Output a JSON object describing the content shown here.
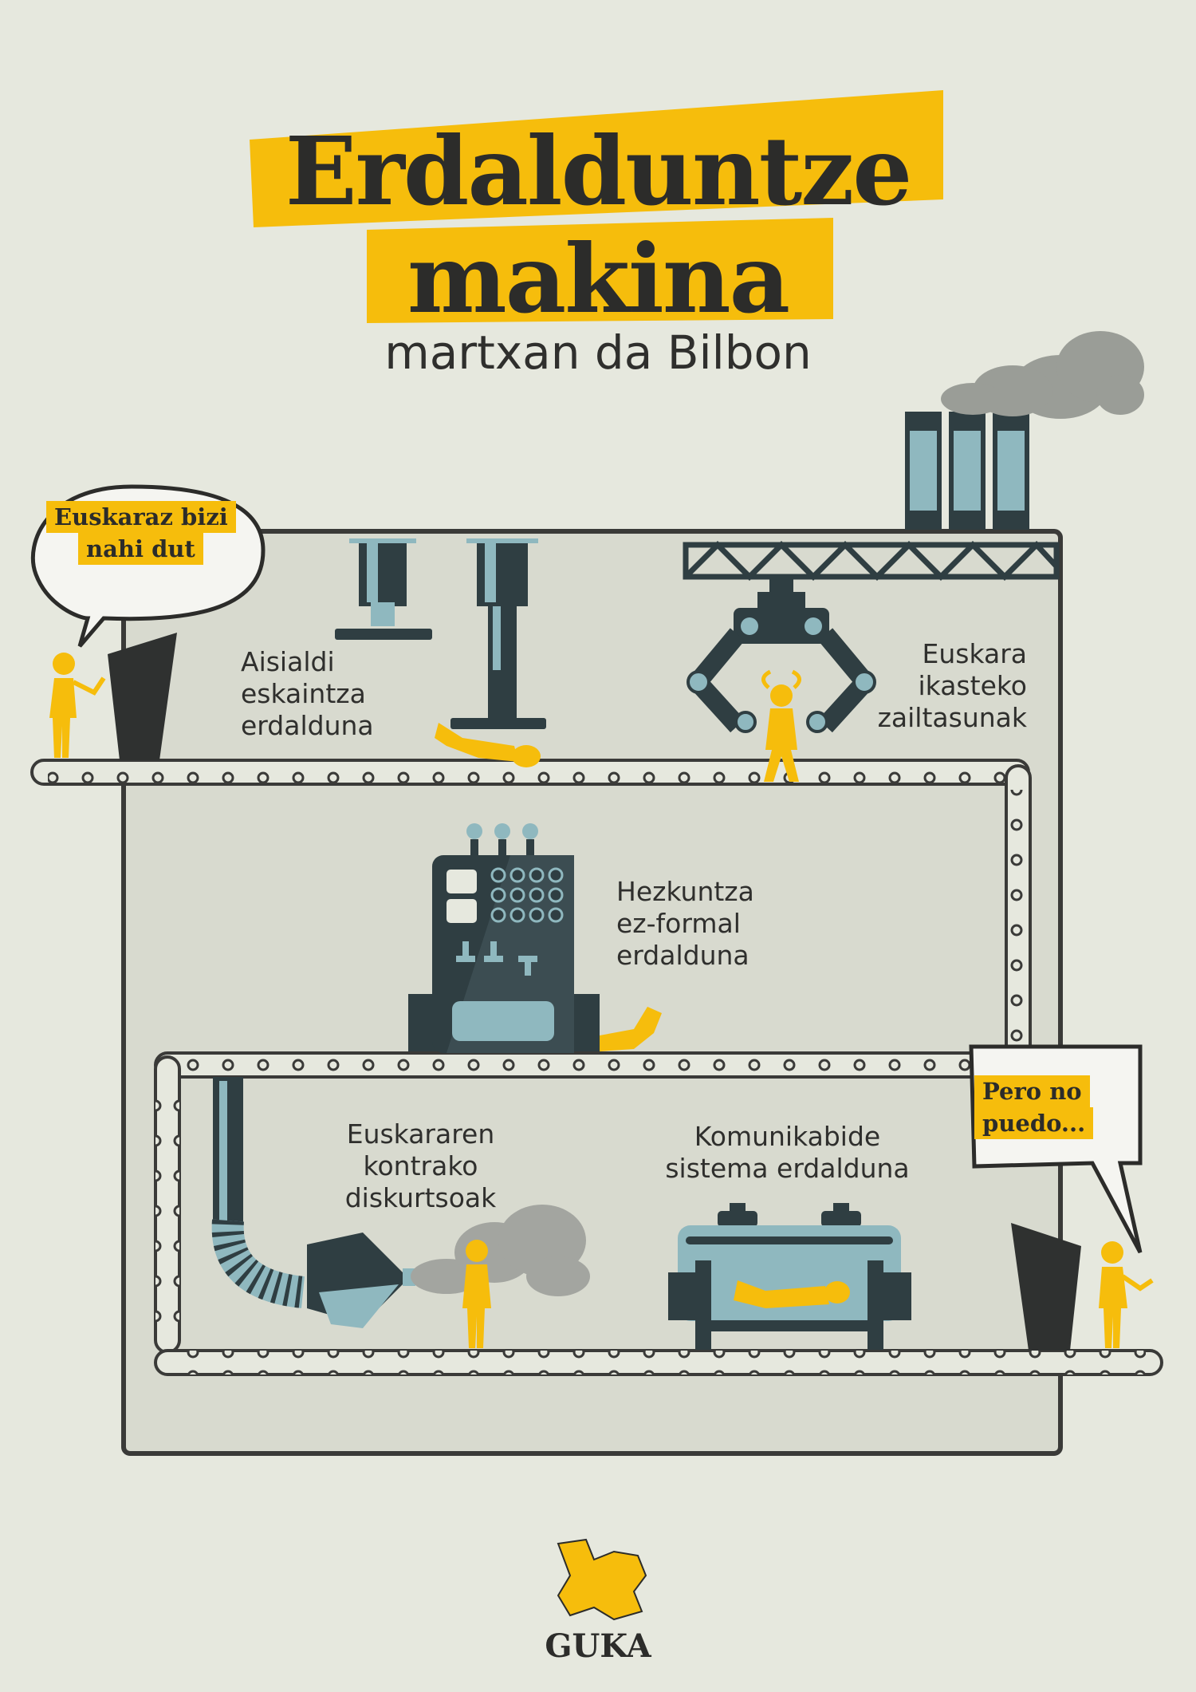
{
  "poster": {
    "title_line1": "Erdalduntze",
    "title_line2": "makina",
    "subtitle": "martxan da Bilbon"
  },
  "bubbles": {
    "left": [
      "Euskaraz bizi",
      "nahi dut"
    ],
    "right": [
      "Pero no",
      "puedo..."
    ]
  },
  "machines": {
    "aisialdi": [
      "Aisialdi",
      "eskaintza",
      "erdalduna"
    ],
    "euskara": [
      "Euskara",
      "ikasteko",
      "zailtasunak"
    ],
    "hezkuntza": [
      "Hezkuntza",
      "ez-formal",
      "erdalduna"
    ],
    "diskurtsoak": [
      "Euskararen",
      "kontrako",
      "diskurtsoak"
    ],
    "komunikabide": [
      "Komunikabide",
      "sistema erdalduna"
    ]
  },
  "logo": {
    "text": "GUKA"
  },
  "colors": {
    "background": "#e6e8de",
    "accent": "#f6bd0c",
    "machine_dark": "#2f3e42",
    "machine_teal": "#8fb8bf",
    "outline": "#3a3a38"
  }
}
